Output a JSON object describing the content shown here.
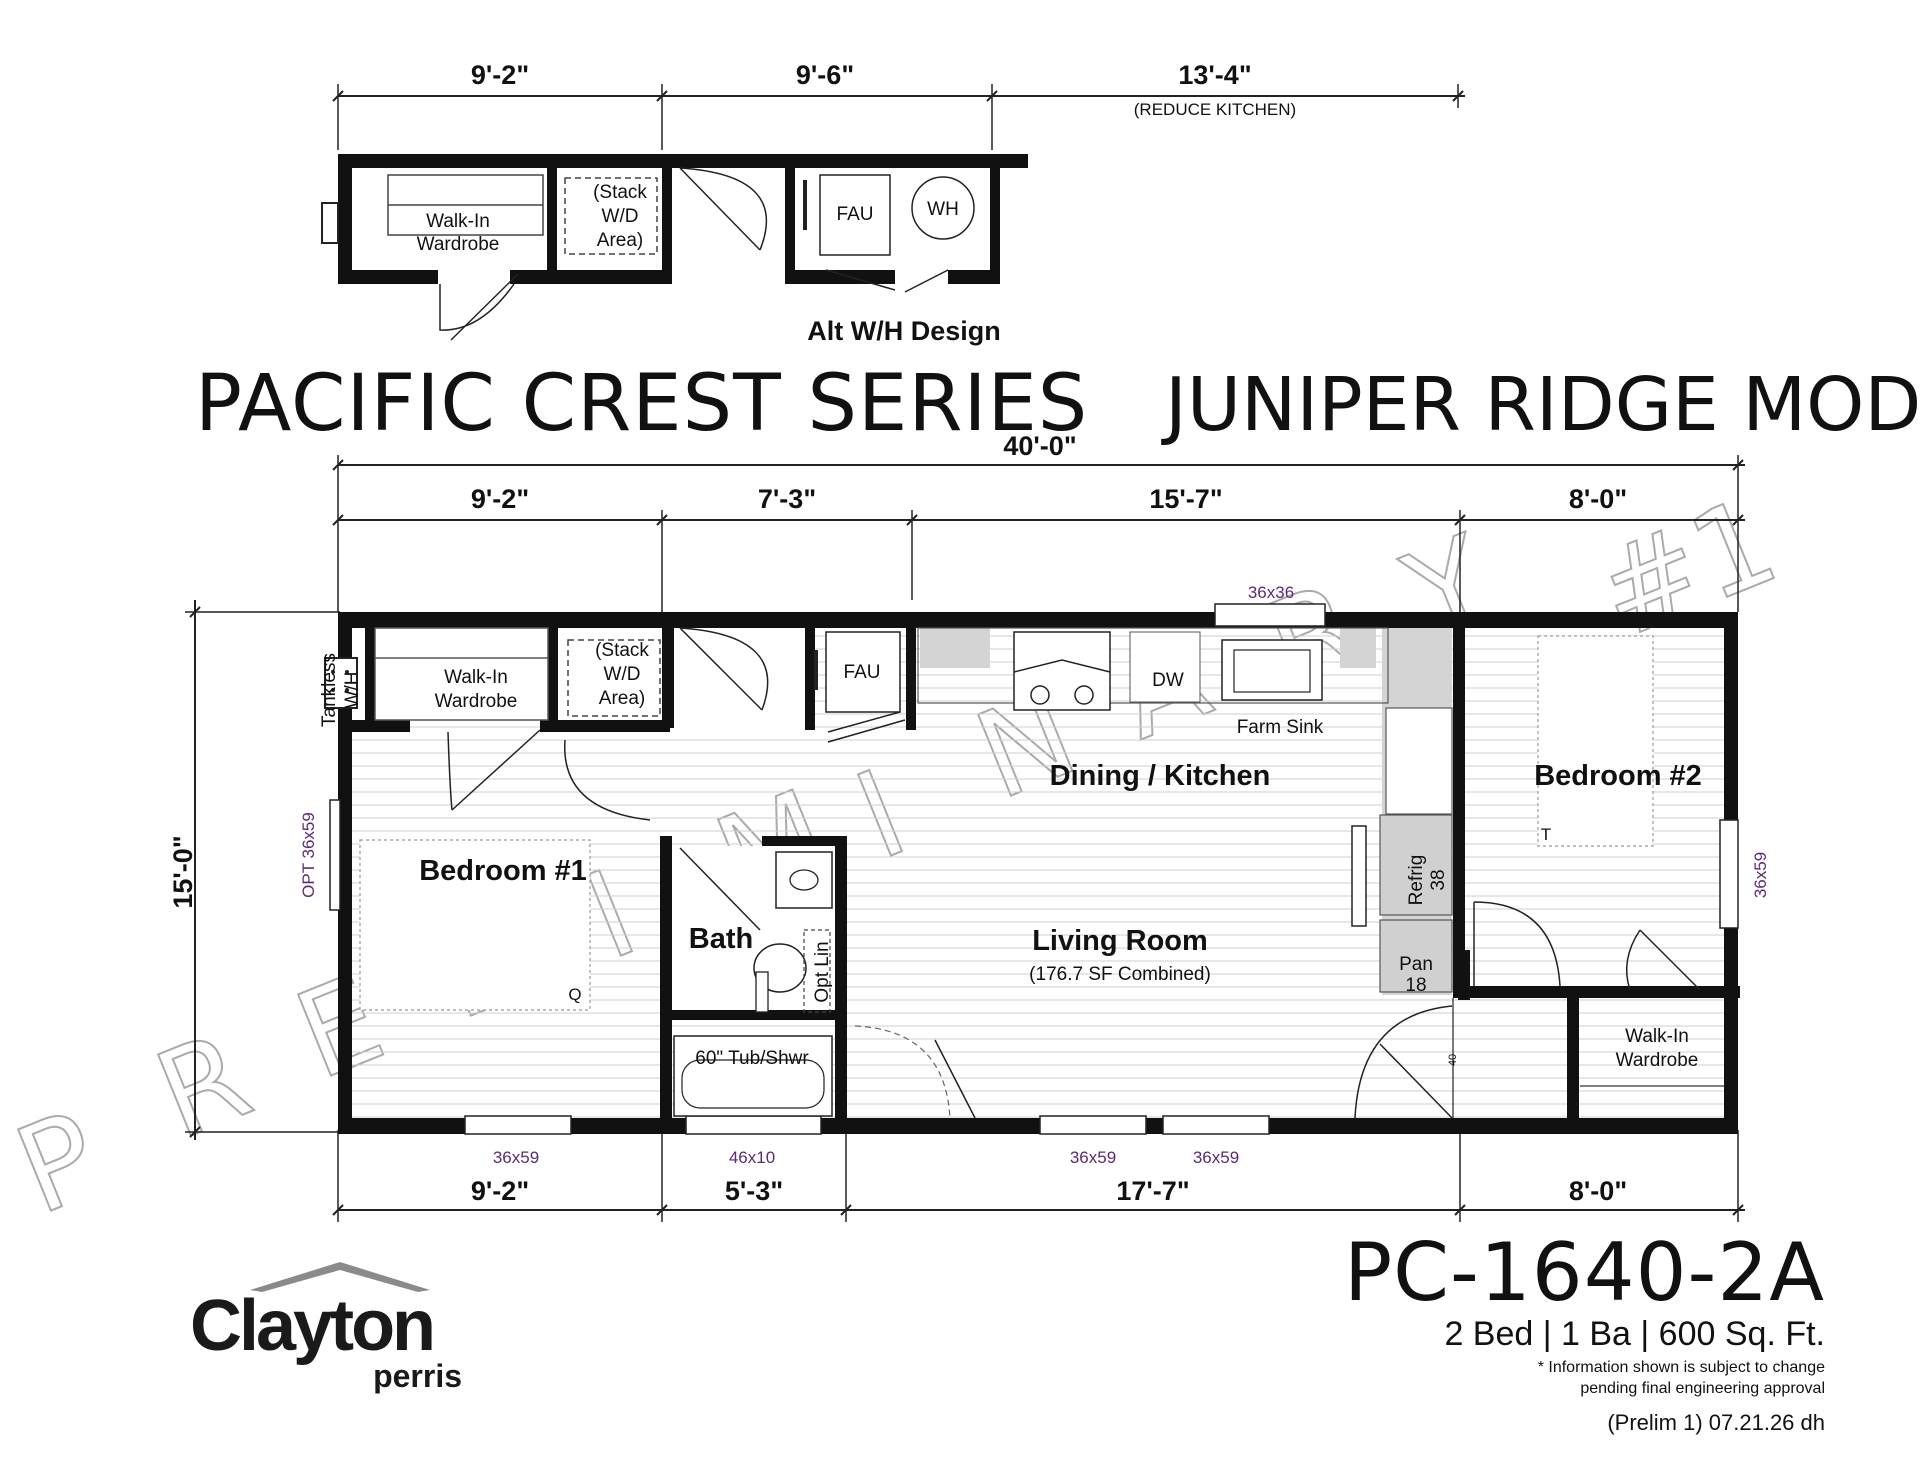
{
  "titles": {
    "series": "PACIFIC CREST SERIES",
    "model": "JUNIPER RIDGE MODEL",
    "alt_design": "Alt W/H Design"
  },
  "alt_dimensions": {
    "d1": "9'-2\"",
    "d2": "9'-6\"",
    "d3": "13'-4\"",
    "note": "(REDUCE KITCHEN)"
  },
  "alt_labels": {
    "walkin": [
      "Walk-In",
      "Wardrobe"
    ],
    "stack": [
      "(Stack",
      "W/D",
      "Area)"
    ],
    "fau": "FAU",
    "wh": "WH"
  },
  "dimensions": {
    "overall": "40'-0\"",
    "top": [
      "9'-2\"",
      "7'-3\"",
      "15'-7\"",
      "8'-0\""
    ],
    "bottom": [
      "9'-2\"",
      "5'-3\"",
      "17'-7\"",
      "8'-0\""
    ],
    "side": "15'-0\""
  },
  "rooms": {
    "dining_kitchen": "Dining / Kitchen",
    "bedroom1": "Bedroom #1",
    "bedroom2": "Bedroom #2",
    "bath": "Bath",
    "living": "Living Room",
    "living_note": "(176.7 SF Combined)"
  },
  "fixtures": {
    "tankless": [
      "Tankless",
      "W/H"
    ],
    "walkin1": [
      "Walk-In",
      "Wardrobe"
    ],
    "stack": [
      "(Stack",
      "W/D",
      "Area)"
    ],
    "fau": "FAU",
    "dw": "DW",
    "farm_sink": "Farm Sink",
    "refrig": [
      "Refrig",
      "38"
    ],
    "pan": [
      "Pan",
      "18"
    ],
    "opt_lin": "Opt Lin",
    "tub": "60\" Tub/Shwr",
    "walkin2": [
      "Walk-In",
      "Wardrobe"
    ],
    "q": "Q",
    "t": "T",
    "forty": "40"
  },
  "windows": {
    "top": "36x36",
    "left": "OPT 36x59",
    "right": "36x59",
    "bottom": [
      "36x59",
      "46x10",
      "36x59",
      "36x59"
    ]
  },
  "watermark": [
    "P",
    "R",
    "E",
    "L",
    "I",
    "M",
    "I",
    "N",
    "A",
    "R",
    "Y",
    "#1"
  ],
  "brand": {
    "name": "Clayton",
    "sub": "perris"
  },
  "info": {
    "model_number": "PC-1640-2A",
    "specs": "2 Bed | 1 Ba | 600 Sq. Ft.",
    "notice1": "* Information shown is subject to change",
    "notice2": "pending final engineering approval",
    "prelim": "(Prelim 1) 07.21.26 dh"
  },
  "colors": {
    "wall": "#111111",
    "window_label": "#5b2a74",
    "counter": "#d4d4d4",
    "watermark": "#aaaaaa",
    "logo_roof": "#8a8a8a"
  }
}
